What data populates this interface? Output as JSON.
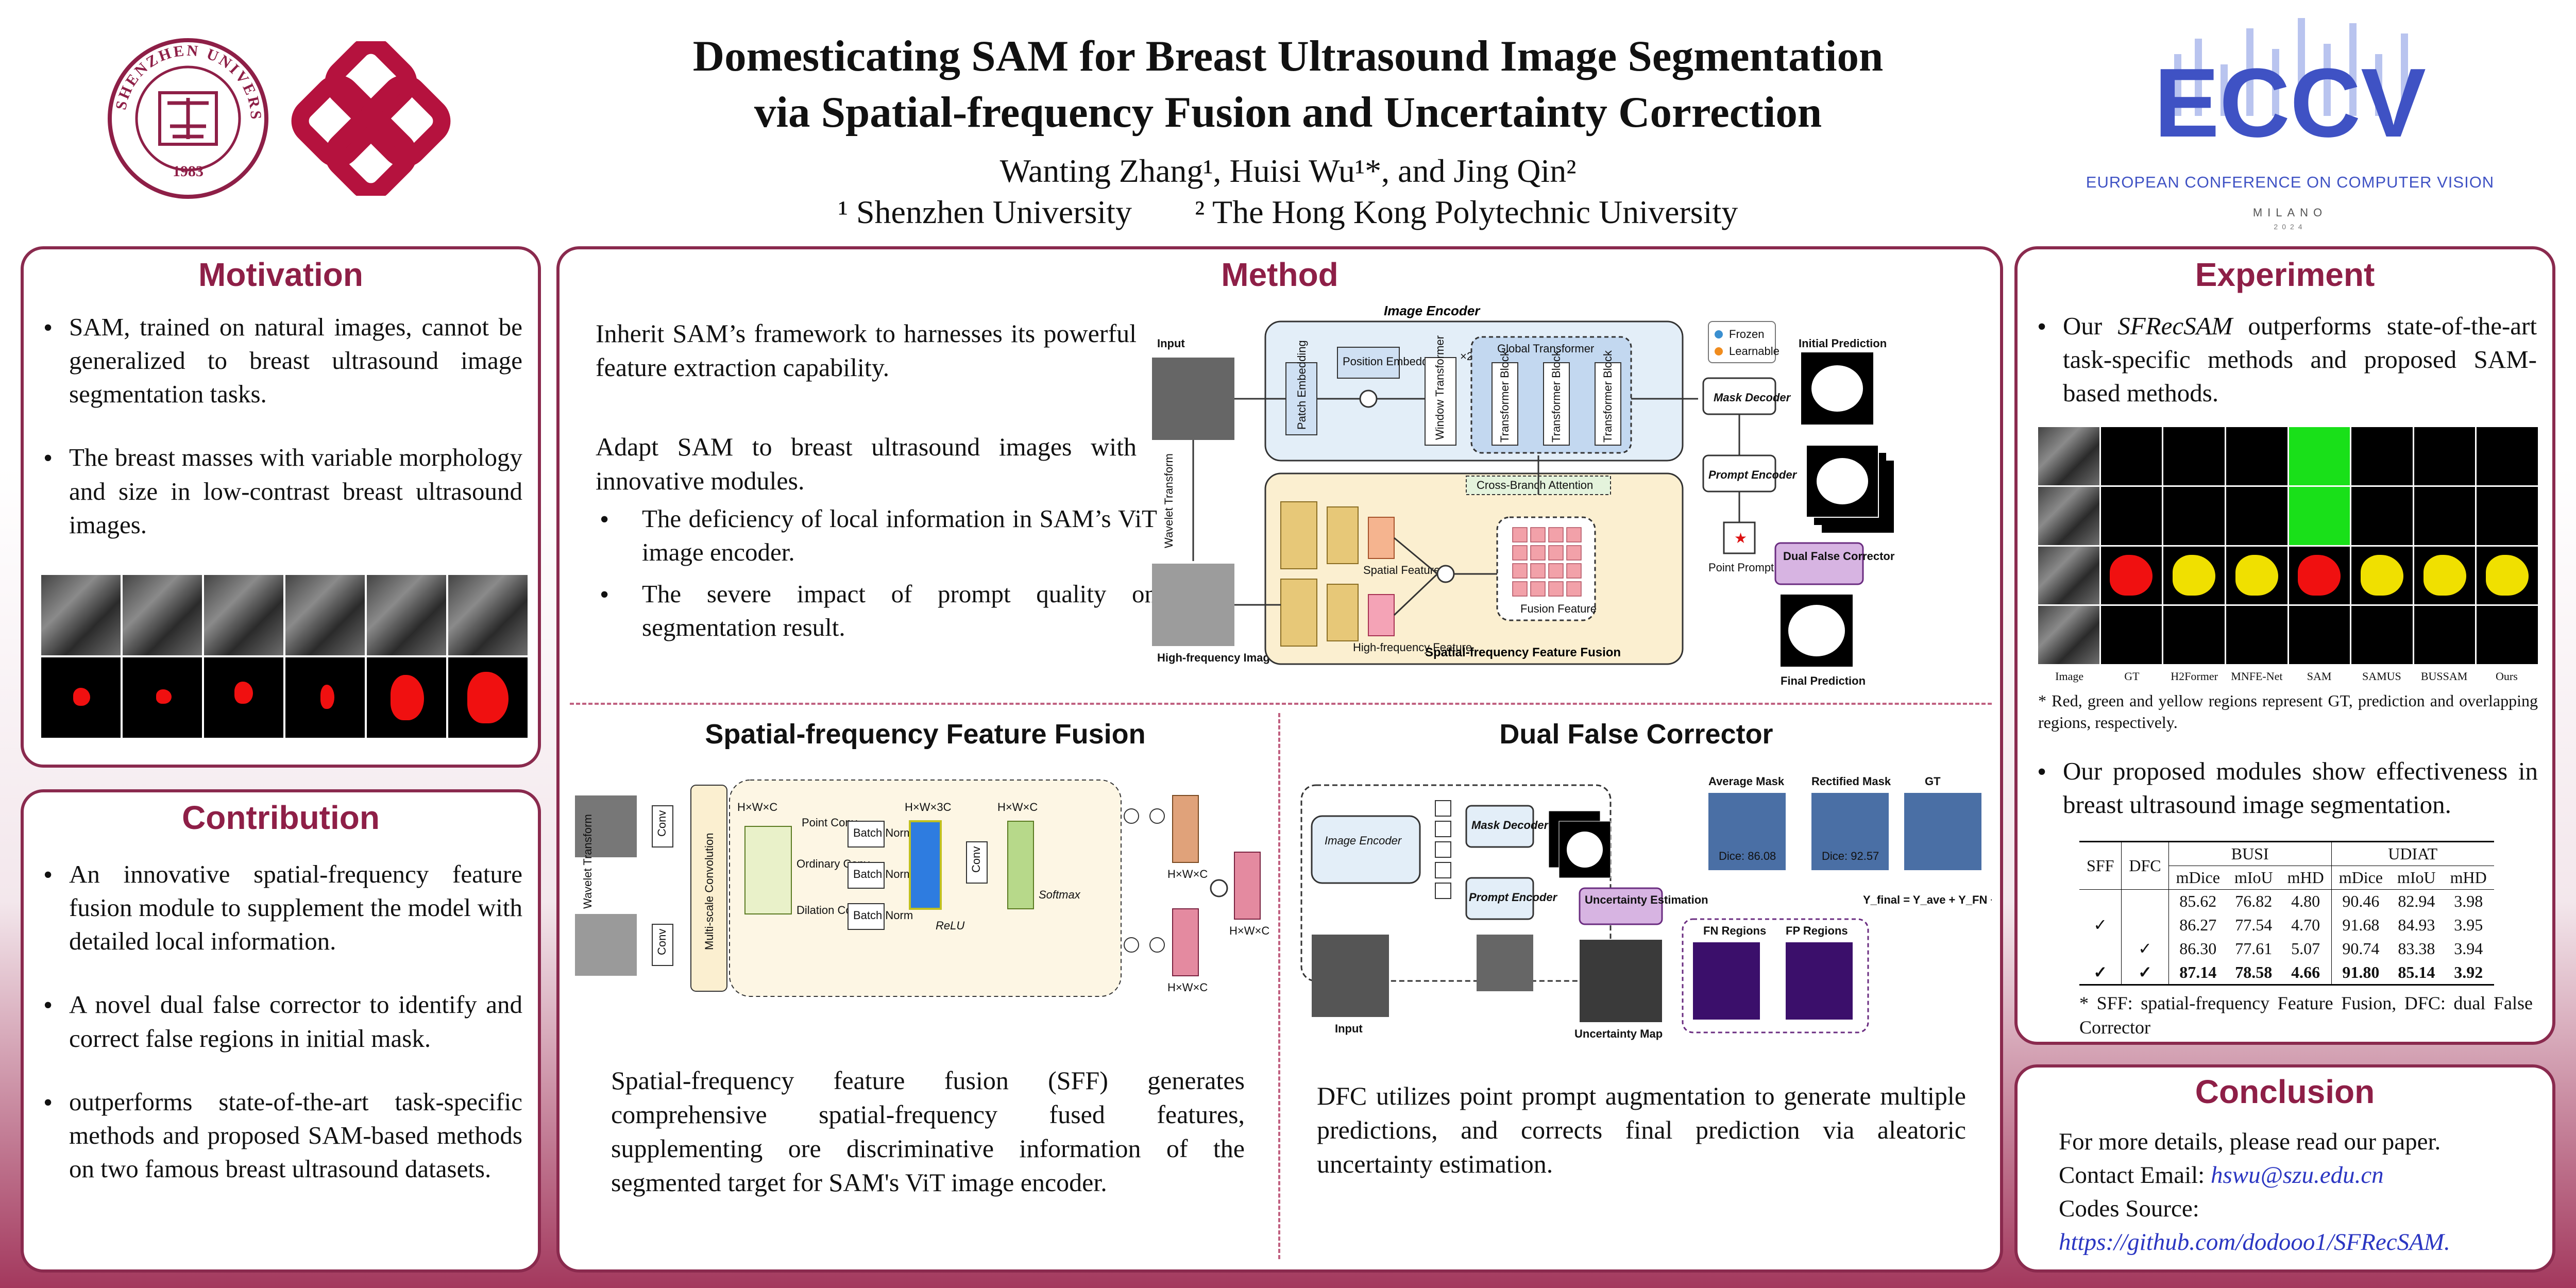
{
  "header": {
    "title_line1": "Domesticating SAM for Breast Ultrasound Image Segmentation",
    "title_line2": "via Spatial-frequency Fusion and Uncertainty Correction",
    "authors": "Wanting Zhang¹, Huisi Wu¹*, and Jing Qin²",
    "affil1": "¹ Shenzhen University",
    "affil2": "² The Hong Kong Polytechnic University",
    "logo1_text": "SHENZHEN UNIVERSITY",
    "logo1_year": "1983",
    "eccv_logo": "ECCV",
    "eccv_sub": "EUROPEAN CONFERENCE ON COMPUTER VISION",
    "eccv_city": "MILANO",
    "eccv_year": "2024",
    "colors": {
      "accent": "#8e1f47",
      "border": "#8a2a4e",
      "eccv_blue": "#3f52c4"
    }
  },
  "motivation": {
    "title": "Motivation",
    "bullets": [
      "SAM, trained on natural images, cannot be generalized to breast ultrasound image segmentation tasks.",
      "The breast masses with variable morphology and size in low-contrast breast ultrasound images."
    ]
  },
  "contribution": {
    "title": "Contribution",
    "bullets": [
      "An innovative spatial-frequency feature fusion module to supplement the model with detailed local information.",
      "A novel dual false corrector to identify and correct false regions in initial mask.",
      "outperforms state-of-the-art task-specific methods and proposed SAM-based methods on two famous breast ultrasound datasets."
    ]
  },
  "method": {
    "title": "Method",
    "intro1": "Inherit SAM’s framework to harnesses its powerful feature extraction capability.",
    "intro2": "Adapt SAM to breast ultrasound images with innovative modules.",
    "sub_bullets": [
      "The deficiency of local information in SAM’s ViT image encoder.",
      "The severe impact of prompt quality on segmentation result."
    ],
    "diagram": {
      "image_encoder": "Image Encoder",
      "input": "Input",
      "high_freq": "High-frequency Image",
      "wavelet": "Wavelet Transform",
      "patch_emb": "Patch Embedding",
      "pos_emb": "Position Embedding",
      "window_tf": "Window Transformer",
      "x2": "×2",
      "global_tf": "Global Transformer",
      "tf_block": "Transformer Block",
      "frozen": "Frozen",
      "learnable": "Learnable",
      "mask_decoder": "Mask Decoder",
      "prompt_encoder": "Prompt Encoder",
      "point_prompt": "Point Prompt",
      "initial_pred": "Initial Prediction",
      "dfc_label": "Dual False Corrector",
      "final_pred": "Final Prediction",
      "cross_branch": "Cross-Branch Attention",
      "spatial_feature": "Spatial Feature",
      "hf_feature": "High-frequency Feature",
      "fusion_feature": "Fusion Feature",
      "sff_label": "Spatial-frequency Feature Fusion"
    }
  },
  "sff": {
    "title": "Spatial-frequency Feature Fusion",
    "text": "Spatial-frequency feature fusion (SFF) generates comprehensive spatial-frequency fused features, supplementing ore discriminative information of the segmented target for SAM's ViT image encoder.",
    "labels": {
      "wavelet": "Wavelet Transform",
      "conv": "Conv",
      "multiscale": "Multi-scale Convolution",
      "hwc": "H×W×C",
      "hw3c": "H×W×3C",
      "point_conv": "Point Conv",
      "ordinary_conv": "Ordinary Conv",
      "dilation_conv": "Dilation Conv",
      "batch_norm": "Batch Norm",
      "relu": "ReLU",
      "softmax": "Softmax"
    }
  },
  "dfc": {
    "title": "Dual False Corrector",
    "text": "DFC utilizes point prompt augmentation to generate multiple predictions, and corrects final prediction via aleatoric uncertainty estimation.",
    "labels": {
      "image_encoder": "Image Encoder",
      "mask_decoder": "Mask Decoder",
      "prompt_encoder": "Prompt Encoder",
      "uncertainty_est": "Uncertainty Estimation",
      "uncertainty_map": "Uncertainty Map",
      "input": "Input",
      "average_mask": "Average Mask",
      "rectified_mask": "Rectified Mask",
      "gt": "GT",
      "fn_regions": "FN Regions",
      "fp_regions": "FP Regions",
      "formula": "Y_final = Y_ave + Y_FN − Y_FP",
      "dice_avg": "Dice: 86.08",
      "dice_rect": "Dice: 92.57"
    }
  },
  "experiment": {
    "title": "Experiment",
    "bullet1_pre": "Our ",
    "bullet1_em": "SFRecSAM",
    "bullet1_post": " outperforms state-of-the-art task-specific methods and proposed SAM-based methods.",
    "grid_labels": [
      "Image",
      "GT",
      "H2Former",
      "MNFE-Net",
      "SAM",
      "SAMUS",
      "BUSSAM",
      "Ours"
    ],
    "grid_note": "* Red, green and yellow regions represent GT, prediction and overlapping regions, respectively.",
    "bullet2": "Our proposed modules show effectiveness in breast ultrasound image segmentation.",
    "table": {
      "head_sff": "SFF",
      "head_dfc": "DFC",
      "busi": "BUSI",
      "udiat": "UDIAT",
      "cols": [
        "mDice",
        "mIoU",
        "mHD",
        "mDice",
        "mIoU",
        "mHD"
      ],
      "rows": [
        {
          "sff": "",
          "dfc": "",
          "vals": [
            "85.62",
            "76.82",
            "4.80",
            "90.46",
            "82.94",
            "3.98"
          ]
        },
        {
          "sff": "✓",
          "dfc": "",
          "vals": [
            "86.27",
            "77.54",
            "4.70",
            "91.68",
            "84.93",
            "3.95"
          ]
        },
        {
          "sff": "",
          "dfc": "✓",
          "vals": [
            "86.30",
            "77.61",
            "5.07",
            "90.74",
            "83.38",
            "3.94"
          ]
        },
        {
          "sff": "✓",
          "dfc": "✓",
          "vals": [
            "87.14",
            "78.58",
            "4.66",
            "91.80",
            "85.14",
            "3.92"
          ]
        }
      ]
    },
    "note": "* SFF: spatial-frequency Feature Fusion, DFC: dual False Corrector"
  },
  "conclusion": {
    "title": "Conclusion",
    "line1": "For more details, please read our paper.",
    "email_label": "Contact Email: ",
    "email": "hswu@szu.edu.cn",
    "code_label": "Codes Source:",
    "code_url": "https://github.com/dodooo1/SFRecSAM."
  }
}
